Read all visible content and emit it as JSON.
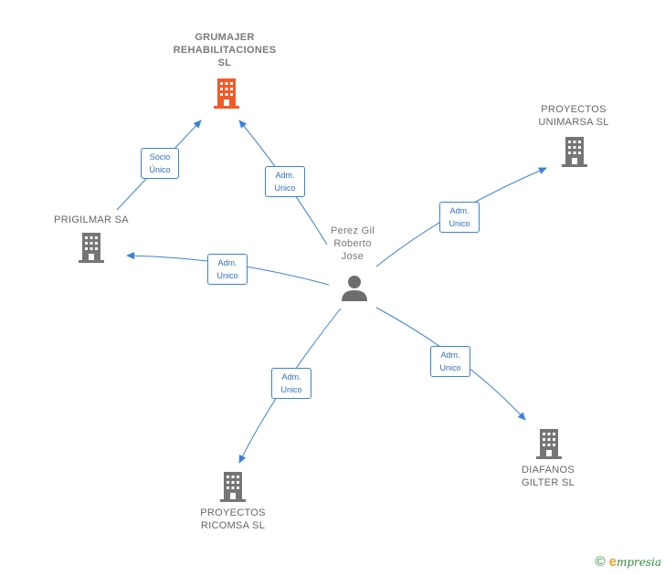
{
  "colors": {
    "edge": "#3c82d6",
    "building": "#757575",
    "building_main": "#f25a28",
    "person": "#6e6e6e"
  },
  "nodes": {
    "grumajer": {
      "label": "GRUMAJER\nREHABILITACIONES\nSL",
      "icon": "building-icon"
    },
    "unimarsa": {
      "label": "PROYECTOS\nUNIMARSA SL",
      "icon": "building-icon"
    },
    "prigilmar": {
      "label": "PRIGILMAR SA",
      "icon": "building-icon"
    },
    "person": {
      "label": "Perez Gil\nRoberto\nJose",
      "icon": "person-icon"
    },
    "diafanos": {
      "label": "DIAFANOS\nGILTER SL",
      "icon": "building-icon"
    },
    "ricomsa": {
      "label": "PROYECTOS\nRICOMSA  SL",
      "icon": "building-icon"
    }
  },
  "edges": {
    "prigilmar_grumajer": {
      "label": "Socio\nÚnico"
    },
    "person_grumajer": {
      "label": "Adm.\nUnico"
    },
    "person_unimarsa": {
      "label": "Adm.\nUnico"
    },
    "person_prigilmar": {
      "label": "Adm.\nUnico"
    },
    "person_diafanos": {
      "label": "Adm.\nUnico"
    },
    "person_ricomsa": {
      "label": "Adm.\nUnico"
    }
  },
  "footer": {
    "copyright": "©",
    "brand_initial": "e",
    "brand_rest": "mpresia"
  }
}
